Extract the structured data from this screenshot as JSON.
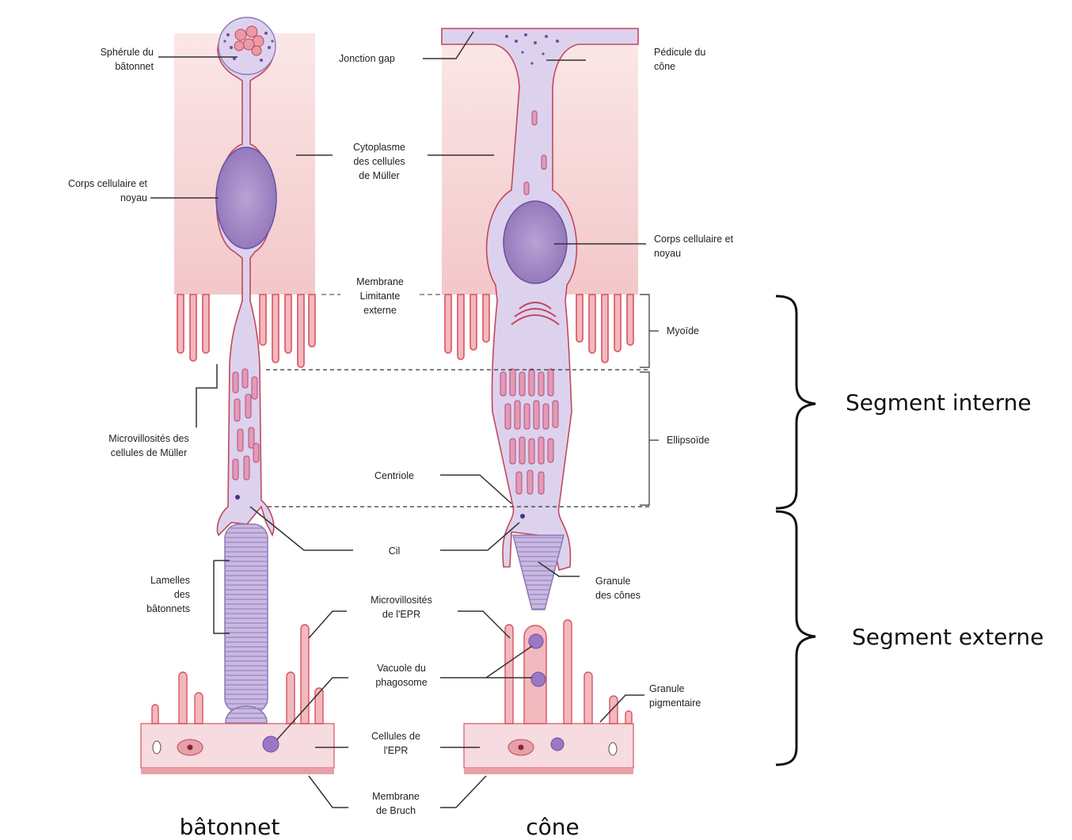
{
  "labels": {
    "spherule": [
      "Sphérule du",
      "bâtonnet"
    ],
    "gap": "Jonction gap",
    "pedicule": [
      "Pédicule du",
      "cône"
    ],
    "cytoplasme": [
      "Cytoplasme",
      "des cellules",
      "de Müller"
    ],
    "corps_left": [
      "Corps cellulaire et",
      "noyau"
    ],
    "corps_right": [
      "Corps cellulaire et",
      "noyau"
    ],
    "membrane_lim": [
      "Membrane",
      "Limitante",
      "externe"
    ],
    "myoide": "Myoïde",
    "ellipsoide": "Ellipsoïde",
    "microvill_muller": [
      "Microvillosités des",
      "cellules de Müller"
    ],
    "centriole": "Centriole",
    "cil": "Cil",
    "lamelles": [
      "Lamelles",
      "des",
      "bâtonnets"
    ],
    "granule_cones": [
      "Granule",
      "des cônes"
    ],
    "microvill_epr": [
      "Microvillosités",
      "de l'EPR"
    ],
    "vacuole": [
      "Vacuole du",
      "phagosome"
    ],
    "granule_pigm": [
      "Granule",
      "pigmentaire"
    ],
    "cellules_epr": [
      "Cellules de",
      "l'EPR"
    ],
    "bruch": [
      "Membrane",
      "de Bruch"
    ]
  },
  "segment_interne": "Segment interne",
  "segment_externe": "Segment externe",
  "caption_rod": "bâtonnet",
  "caption_cone": "cône"
}
